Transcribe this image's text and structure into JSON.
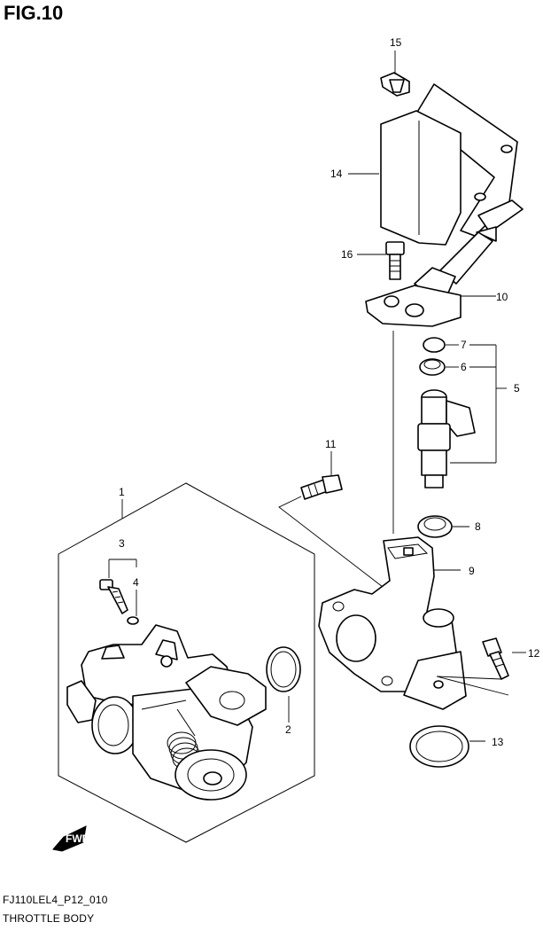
{
  "figure_title": "FIG.10",
  "catalog_code": "FJ110LEL4_P12_010",
  "caption": "THROTTLE BODY",
  "fwd_label": "FWD",
  "callouts": {
    "c1": "1",
    "c2": "2",
    "c3": "3",
    "c4": "4",
    "c5": "5",
    "c6": "6",
    "c7": "7",
    "c8": "8",
    "c9": "9",
    "c10": "10",
    "c11": "11",
    "c12": "12",
    "c13": "13",
    "c14": "14",
    "c15": "15",
    "c16": "16"
  }
}
